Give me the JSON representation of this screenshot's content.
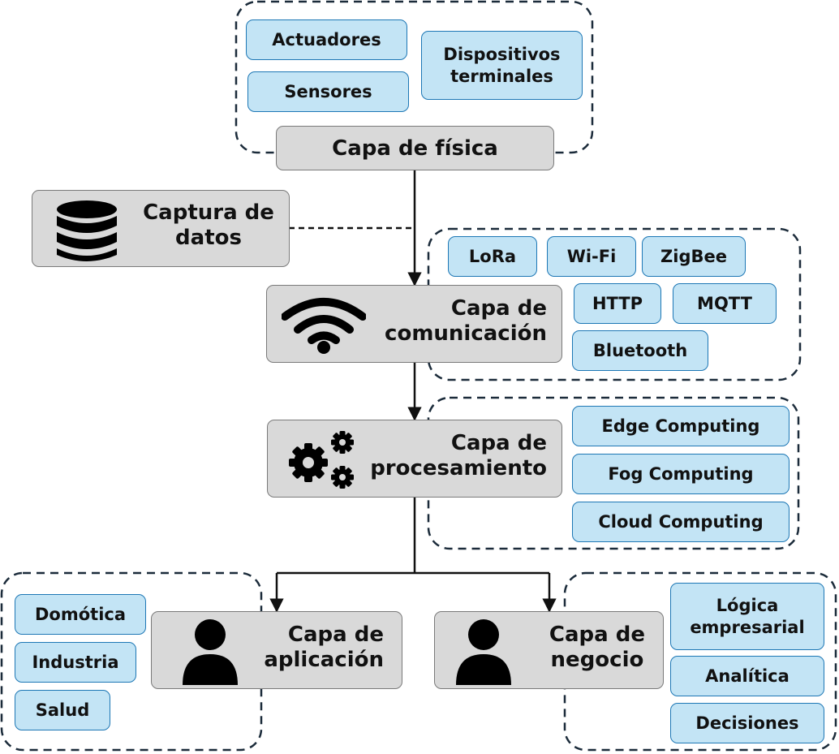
{
  "colors": {
    "chip_fill": "#c3e4f5",
    "chip_border": "#1d77b5",
    "layer_fill": "#d9d9d9",
    "line": "#111111"
  },
  "fisica": {
    "title": "Capa de física",
    "items": [
      "Actuadores",
      "Sensores",
      "Dispositivos terminales"
    ]
  },
  "captura": {
    "title_line1": "Captura de",
    "title_line2": "datos",
    "icon": "database-icon"
  },
  "comunicacion": {
    "title_line1": "Capa de",
    "title_line2": "comunicación",
    "icon": "wifi-icon",
    "items": [
      "LoRa",
      "Wi-Fi",
      "ZigBee",
      "HTTP",
      "MQTT",
      "Bluetooth"
    ]
  },
  "procesamiento": {
    "title_line1": "Capa de",
    "title_line2": "procesamiento",
    "icon": "gears-icon",
    "items": [
      "Edge Computing",
      "Fog Computing",
      "Cloud Computing"
    ]
  },
  "aplicacion": {
    "title_line1": "Capa de",
    "title_line2": "aplicación",
    "icon": "user-icon",
    "items": [
      "Domótica",
      "Industria",
      "Salud"
    ]
  },
  "negocio": {
    "title_line1": "Capa de",
    "title_line2": "negocio",
    "icon": "user-icon",
    "items_line": [
      "Lógica",
      "empresarial"
    ],
    "items": [
      "Analítica",
      "Decisiones"
    ]
  }
}
